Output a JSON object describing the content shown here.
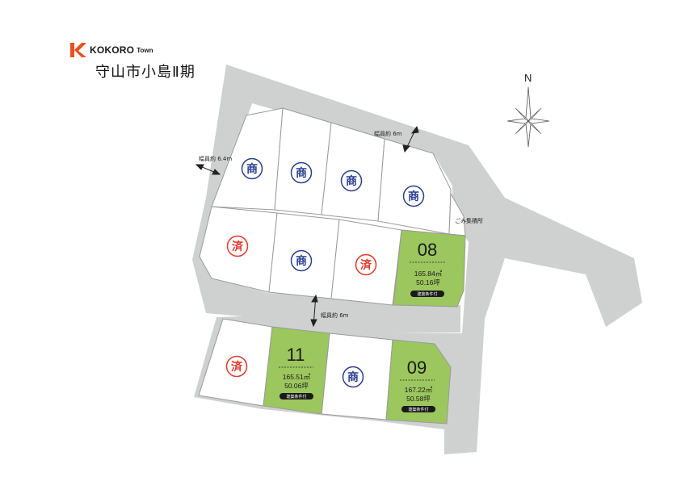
{
  "header": {
    "brand": "KOKORO",
    "brand_sub": "Town",
    "title": "守山市小島Ⅱ期"
  },
  "compass": {
    "label": "N"
  },
  "roads": {
    "width_top": "幅員約 6m",
    "width_left": "幅員約 6.4m",
    "width_middle": "幅員約 6m"
  },
  "facility": {
    "garbage": "ごみ集積所"
  },
  "badges": {
    "commercial": "商",
    "sold": "済"
  },
  "lots": [
    {
      "id": "08",
      "area_m2": "165.84㎡",
      "area_tsubo": "50.16坪",
      "condition": "建築条件付"
    },
    {
      "id": "11",
      "area_m2": "165.51㎡",
      "area_tsubo": "50.06坪",
      "condition": "建築条件付"
    },
    {
      "id": "09",
      "area_m2": "167.22㎡",
      "area_tsubo": "50.58坪",
      "condition": "建築条件付"
    }
  ],
  "colors": {
    "road": "#cfd1d1",
    "lot_available": "#9cc65e",
    "lot_border": "#9a9a9a",
    "commercial_badge": "#2b3f8f",
    "sold_badge": "#e0382b",
    "logo": "#e8501c"
  }
}
